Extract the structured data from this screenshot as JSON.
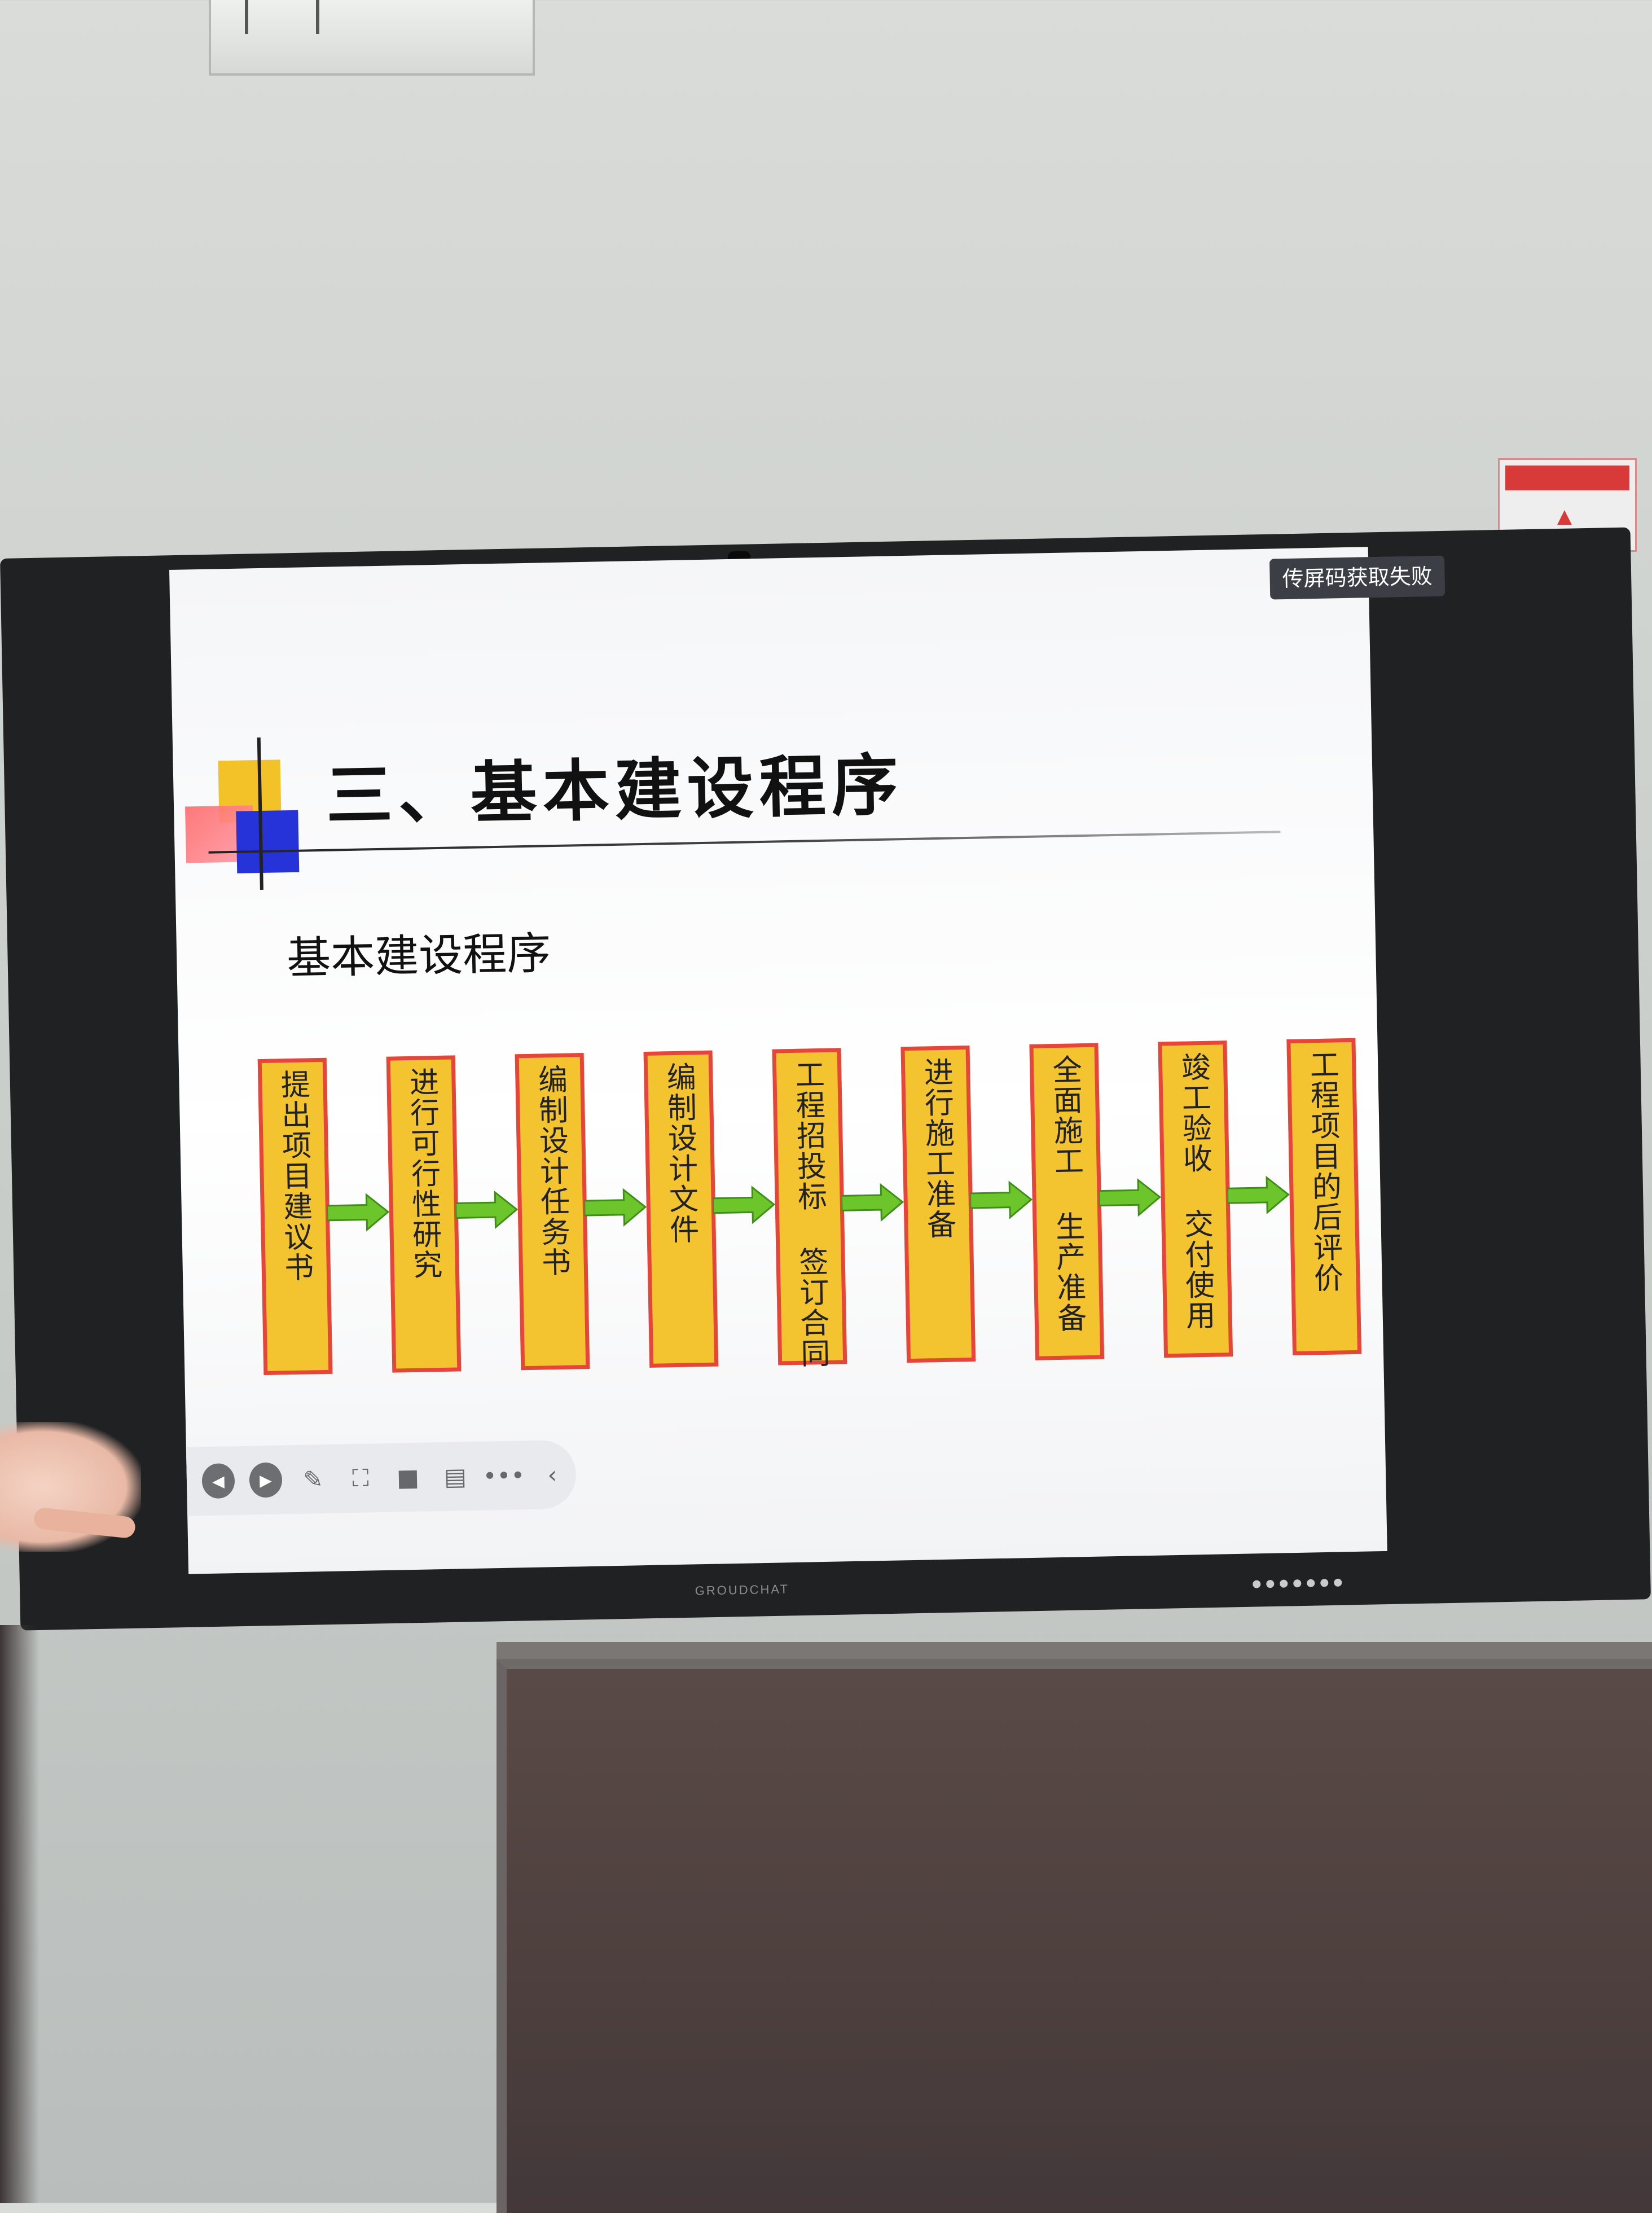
{
  "status_pill": "传屏码获取失败",
  "slide": {
    "title": "三、基本建设程序",
    "subtitle": "基本建设程序",
    "steps": [
      "提出项目建议书",
      "进行可行性研究",
      "编制设计任务书",
      "编制设计文件",
      "工程招投标 签订合同",
      "进行施工准备",
      "全面施工 生产准备",
      "竣工验收 交付使用",
      "工程项目的后评价"
    ]
  },
  "toolbar": {
    "buttons": [
      {
        "name": "prev-icon",
        "glyph": "◀"
      },
      {
        "name": "next-icon",
        "glyph": "▶"
      },
      {
        "name": "pen-icon",
        "glyph": "✎"
      },
      {
        "name": "screenshot-icon",
        "glyph": "⛶"
      },
      {
        "name": "camera-icon",
        "glyph": "■"
      },
      {
        "name": "comment-icon",
        "glyph": "▤"
      },
      {
        "name": "more-icon",
        "glyph": "•••"
      },
      {
        "name": "collapse-icon",
        "glyph": "‹"
      }
    ]
  },
  "display": {
    "brand": "GROUDCHAT"
  },
  "colors": {
    "step_fill": "#f4c430",
    "step_border": "#e6453c",
    "arrow": "#6cc62b"
  }
}
